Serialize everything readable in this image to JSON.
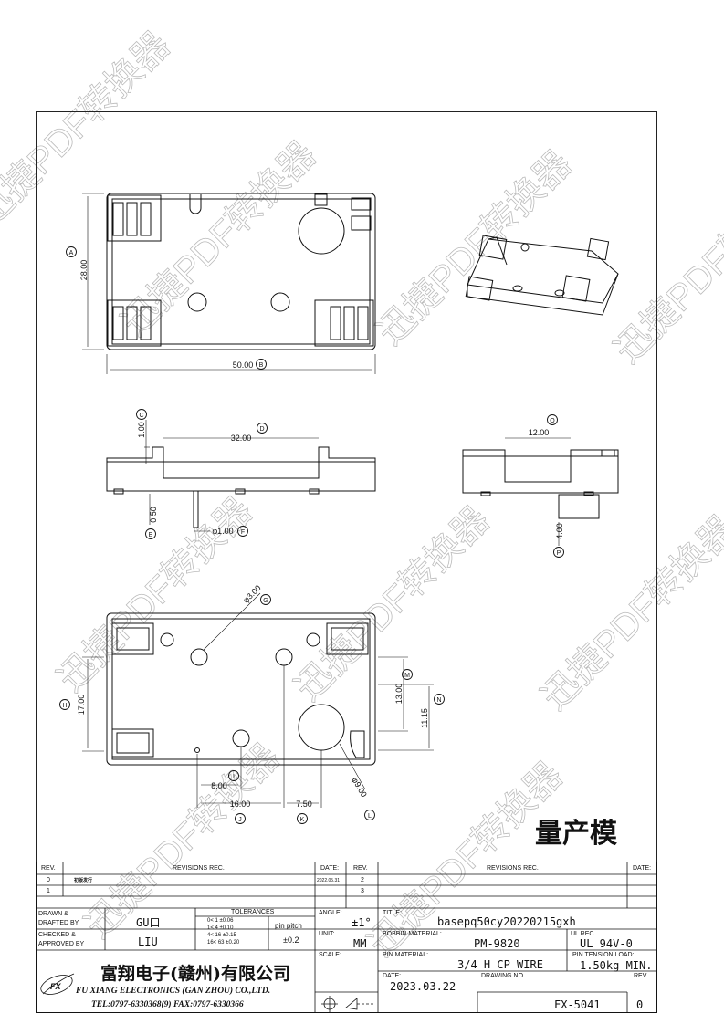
{
  "watermark": {
    "text": "迅捷PDF转换器"
  },
  "stamp": "量产模",
  "views": {
    "top": {
      "dim_a": "A",
      "dim_a_value": "28.00",
      "dim_b": "B",
      "dim_b_value": "50.00"
    },
    "front": {
      "dim_c": "C",
      "dim_c_value": "1.00",
      "dim_d": "D",
      "dim_d_value": "32.00",
      "dim_e": "E",
      "dim_e_value": "0.50",
      "dim_f": "F",
      "dim_f_value": "φ1.00"
    },
    "side": {
      "dim_o": "O",
      "dim_o_value": "12.00",
      "dim_p": "P",
      "dim_p_value": "4.00"
    },
    "bottom": {
      "dim_g": "G",
      "dim_g_value": "φ3.00",
      "dim_h": "H",
      "dim_h_value": "17.00",
      "dim_m": "M",
      "dim_m_value": "13.00",
      "dim_n": "N",
      "dim_n_value": "11.15",
      "dim_i": "I",
      "dim_i_value": "8.00",
      "dim_j": "J",
      "dim_j_value": "16.00",
      "dim_k": "K",
      "dim_k_value": "7.50",
      "dim_l": "L",
      "dim_l_value": "φ9.00"
    }
  },
  "title_block": {
    "rev_label": "REV.",
    "revisions_label": "REVISIONS   REC.",
    "date_label": "DATE:",
    "rows_left": [
      {
        "rev": "0",
        "rec": "初版发行",
        "date": "2022.05.31"
      },
      {
        "rev": "1",
        "rec": "",
        "date": ""
      }
    ],
    "rows_right": [
      {
        "rev": "2",
        "rec": "",
        "date": ""
      },
      {
        "rev": "3",
        "rec": "",
        "date": ""
      }
    ],
    "drawn_label": "DRAWN &\nDRAFTED BY",
    "drawn_value": "GU口",
    "checked_label": "CHECKED &\nAPPROVED BY",
    "checked_value": "LIU",
    "tolerances_label": "TOLERANCES",
    "tolerances": [
      "0<  1   ±0.06",
      "1<  4   ±0.10",
      "4<  16  ±0.15",
      "16<  63  ±0.20"
    ],
    "pin_pitch_label": "pin pitch",
    "pin_pitch_value": "±0.2",
    "angle_label": "ANGLE:",
    "angle_value": "±1°",
    "unit_label": "UNIT:",
    "unit_value": "MM",
    "scale_label": "SCALE:",
    "title_label": "TITLE:",
    "title_value": "basepq50cy20220215gxh",
    "bobbin_label": "BOBBIN MATERIAL:",
    "bobbin_value": "PM-9820",
    "ul_label": "UL REC.",
    "ul_value": "UL 94V-0",
    "pin_material_label": "PIN MATERIAL:",
    "pin_material_value": "3/4 H CP WIRE",
    "pin_tension_label": "PIN TENSION LOAD:",
    "pin_tension_value": "1.50kg MIN.",
    "date2_label": "DATE:",
    "date2_value": "2023.03.22",
    "drawing_no_label": "DRAWING NO.",
    "drawing_no_value": "FX-5041",
    "rev2_label": "REV.",
    "rev2_value": "0",
    "company_cn": "富翔电子(赣州)有限公司",
    "company_en": "FU XIANG ELECTRONICS (GAN ZHOU) CO.,LTD.",
    "company_tel": "TEL:0797-6330368(9)    FAX:0797-6330366"
  }
}
